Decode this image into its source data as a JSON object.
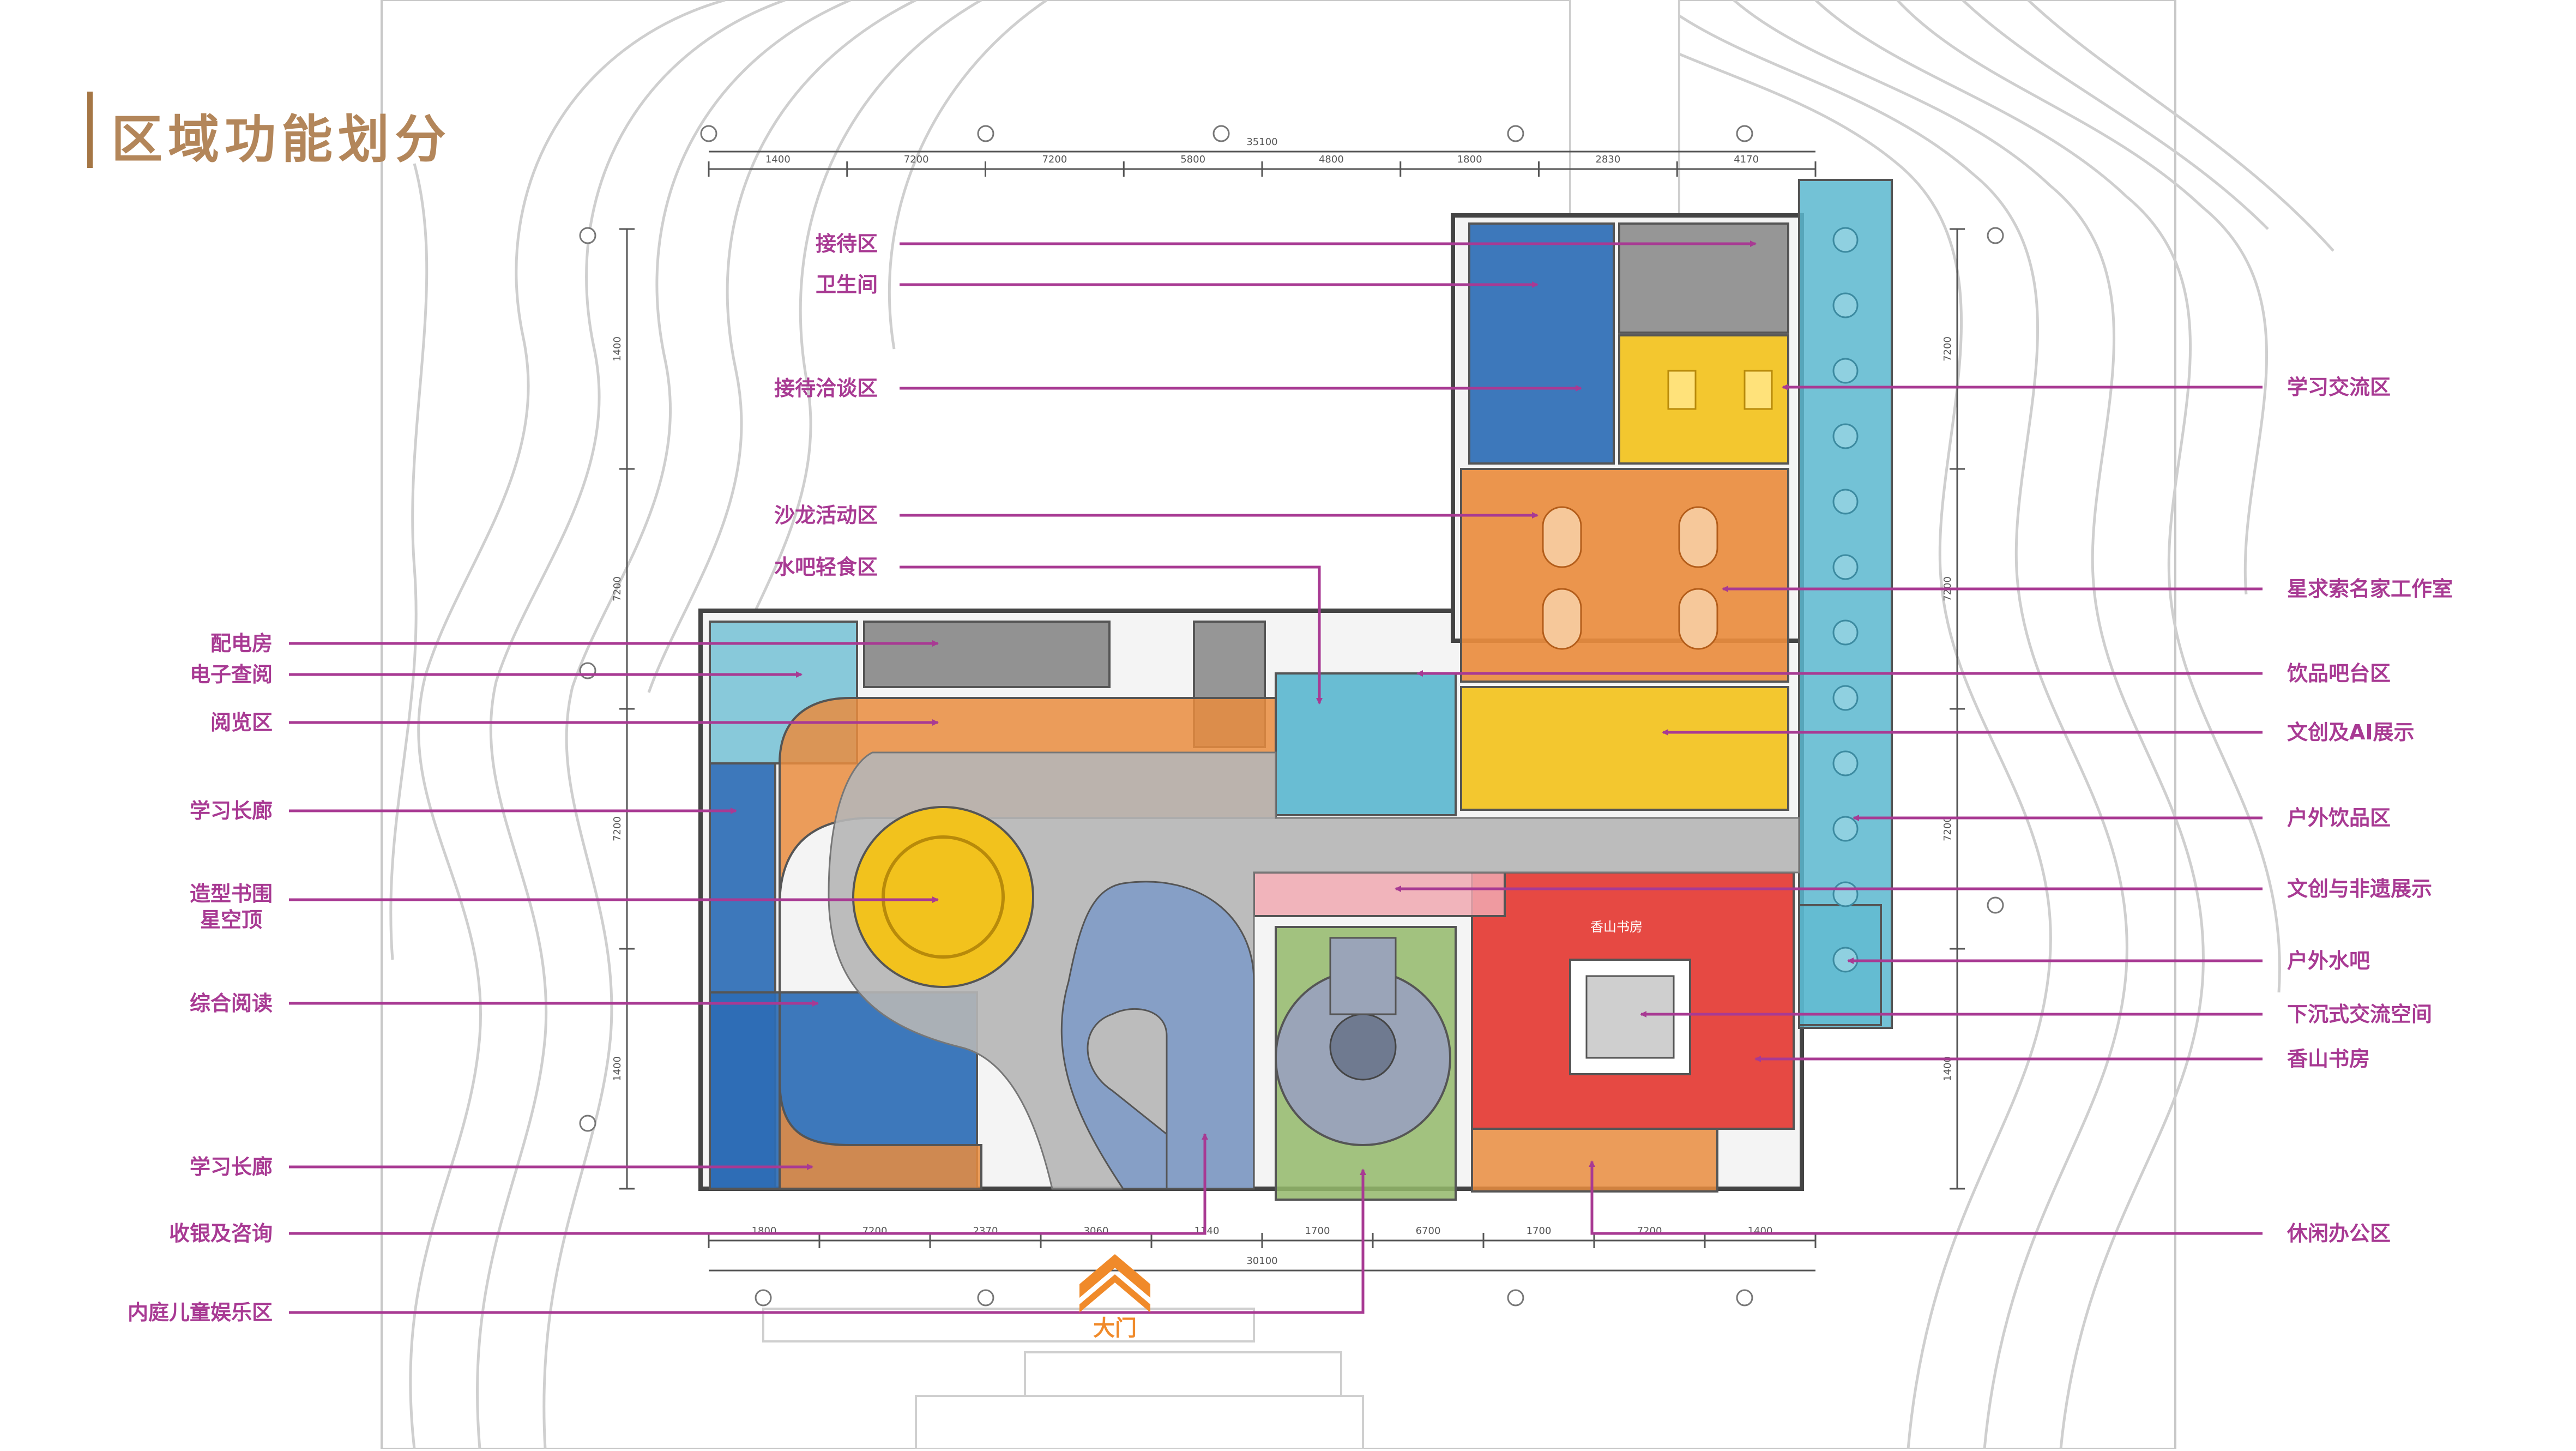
{
  "title": "区域功能划分",
  "entrance_label": "大门",
  "colors": {
    "annotation": "#a83a93",
    "title": "#b3865a",
    "zone_blue": "#2c6db5",
    "zone_orange": "#e98c3e",
    "zone_yellow": "#f2c21d",
    "zone_cyan": "#5ab7cf",
    "zone_red": "#e43a33",
    "zone_grey": "#8c8c8c",
    "zone_green": "#93b86a",
    "zone_pink": "#f0a8b0",
    "zone_slate": "#7f9bc6",
    "entrance": "#f08a2a"
  },
  "labels": {
    "left": [
      "配电房",
      "电子查阅",
      "阅览区",
      "学习长廊",
      "造型书围星空顶",
      "综合阅读",
      "学习长廊",
      "收银及咨询",
      "内庭儿童娱乐区"
    ],
    "center": [
      "接待区",
      "卫生间",
      "接待洽谈区",
      "沙龙活动区",
      "水吧轻食区"
    ],
    "right": [
      "学习交流区",
      "星求索名家工作室",
      "饮品吧台区",
      "文创及AI展示",
      "户外饮品区",
      "文创与非遗展示",
      "户外水吧",
      "下沉式交流空间",
      "香山书房",
      "休闲办公区"
    ]
  },
  "signage": "香山书房",
  "dimensions": {
    "top": [
      "1400",
      "7200",
      "7200",
      "5800",
      "4800",
      "1800",
      "2830",
      "4170"
    ],
    "top_total": "35100",
    "bottom": [
      "1800",
      "7200",
      "2370",
      "3060",
      "1140",
      "1700",
      "6700",
      "1700",
      "7200",
      "1400"
    ],
    "bottom_total": "30100",
    "left": [
      "1400",
      "7200",
      "7200",
      "1400"
    ],
    "right": [
      "7200",
      "7200",
      "7200",
      "1400"
    ]
  }
}
